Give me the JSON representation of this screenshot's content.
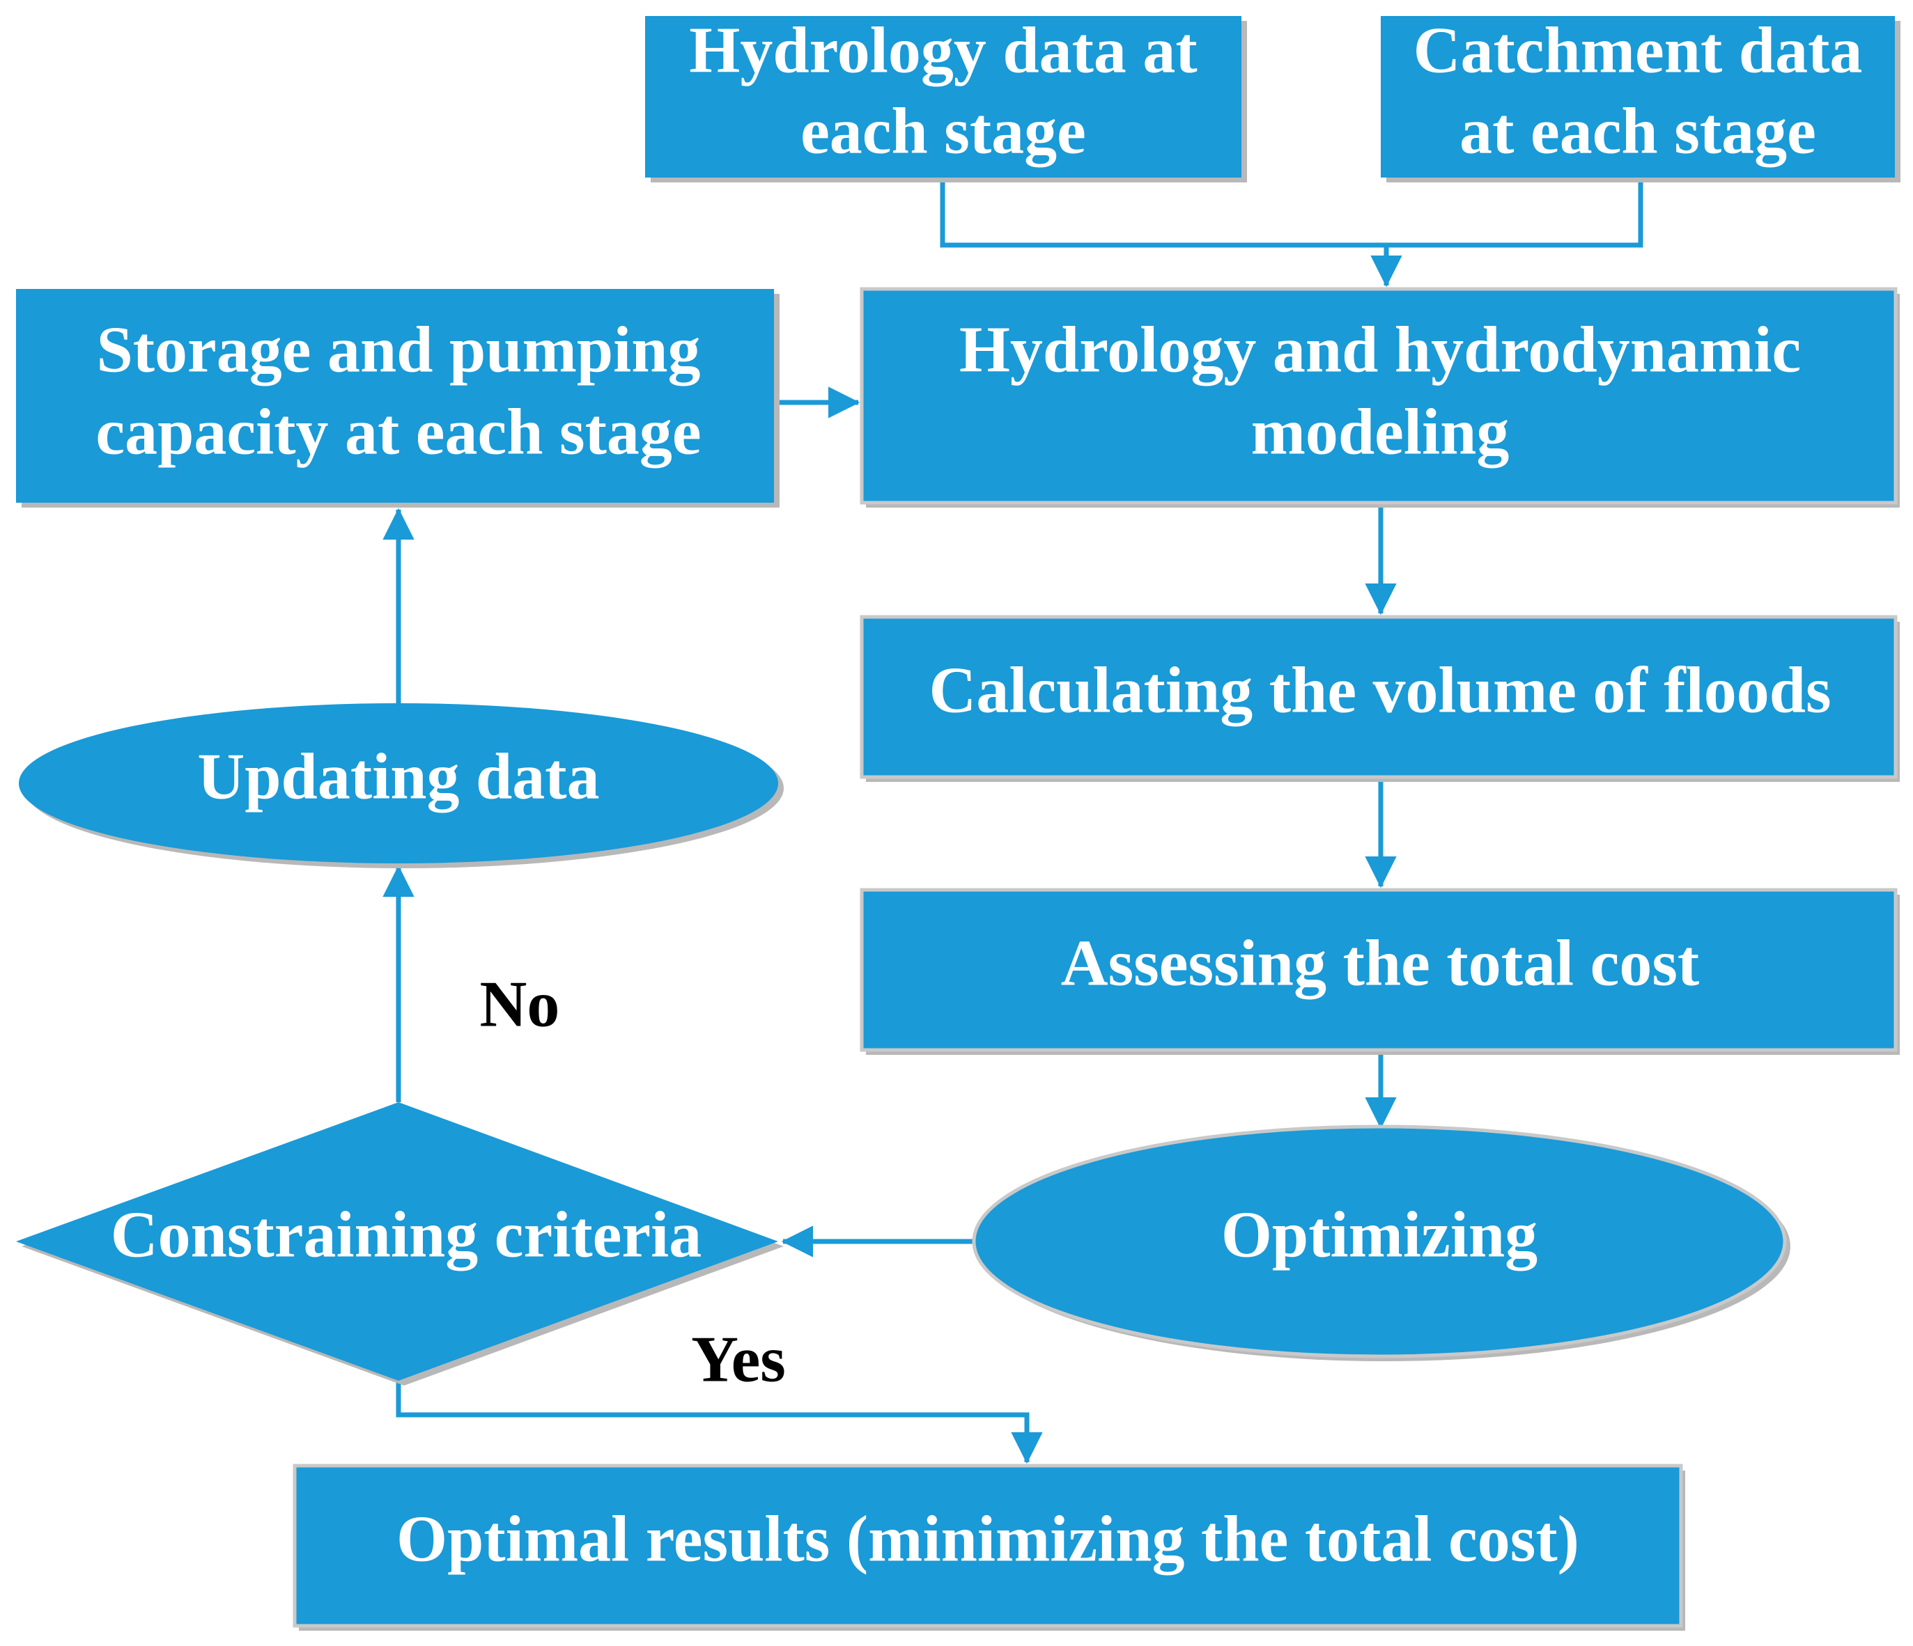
{
  "colors": {
    "node_fill": "#1a9ad7",
    "connector": "#1a9ad7",
    "node_text": "#ffffff",
    "edge_text": "#000000"
  },
  "nodes": {
    "hydrology_data": {
      "shape": "rectangle",
      "lines": [
        "Hydrology data at",
        "each stage"
      ]
    },
    "catchment_data": {
      "shape": "rectangle",
      "lines": [
        "Catchment data",
        "at each stage"
      ]
    },
    "storage_pumping": {
      "shape": "rectangle",
      "lines": [
        "Storage and pumping",
        "capacity at each stage"
      ]
    },
    "modeling": {
      "shape": "rectangle",
      "lines": [
        "Hydrology and hydrodynamic",
        "modeling"
      ]
    },
    "flood_volume": {
      "shape": "rectangle",
      "lines": [
        "Calculating the volume of floods"
      ]
    },
    "total_cost": {
      "shape": "rectangle",
      "lines": [
        "Assessing the total cost"
      ]
    },
    "optimizing": {
      "shape": "ellipse",
      "lines": [
        "Optimizing"
      ]
    },
    "constraining": {
      "shape": "diamond",
      "lines": [
        "Constraining criteria"
      ]
    },
    "updating": {
      "shape": "ellipse",
      "lines": [
        "Updating data"
      ]
    },
    "optimal": {
      "shape": "rectangle",
      "lines": [
        "Optimal results (minimizing the total cost)"
      ]
    }
  },
  "edges": [
    {
      "from": "hydrology_data",
      "to": "modeling",
      "label": ""
    },
    {
      "from": "catchment_data",
      "to": "modeling",
      "label": ""
    },
    {
      "from": "storage_pumping",
      "to": "modeling",
      "label": ""
    },
    {
      "from": "modeling",
      "to": "flood_volume",
      "label": ""
    },
    {
      "from": "flood_volume",
      "to": "total_cost",
      "label": ""
    },
    {
      "from": "total_cost",
      "to": "optimizing",
      "label": ""
    },
    {
      "from": "optimizing",
      "to": "constraining",
      "label": ""
    },
    {
      "from": "constraining",
      "to": "updating",
      "label": "No"
    },
    {
      "from": "updating",
      "to": "storage_pumping",
      "label": ""
    },
    {
      "from": "constraining",
      "to": "optimal",
      "label": "Yes"
    }
  ]
}
